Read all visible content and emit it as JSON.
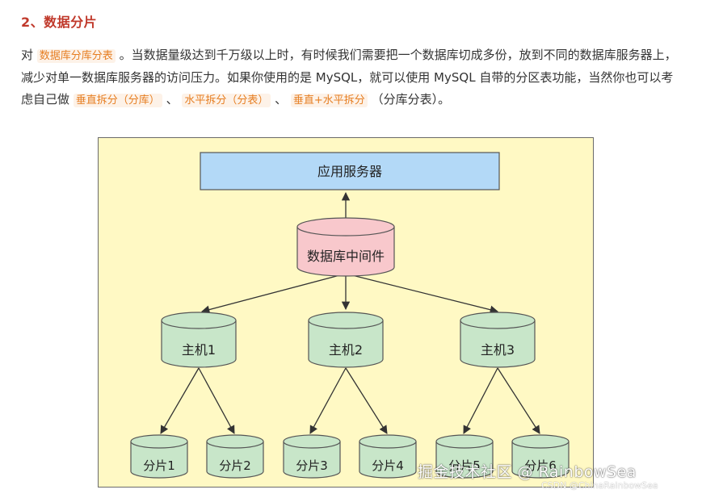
{
  "heading": "2、数据分片",
  "paragraph": {
    "p1": "对 ",
    "term1": "数据库分库分表",
    "p2": " 。当数据量级达到千万级以上时，有时候我们需要把一个数据库切成多份，放到不同的数据库服务器上，减少对单一数据库服务器的访问压力。如果你使用的是 MySQL，就可以使用 MySQL 自带的分区表功能，当然你也可以考虑自己做 ",
    "term2": "垂直拆分（分库）",
    "sep1": " 、 ",
    "term3": "水平拆分（分表）",
    "sep2": " 、 ",
    "term4": "垂直+水平拆分",
    "p3": " （分库分表）。"
  },
  "diagram": {
    "app_server": "应用服务器",
    "middleware": "数据库中间件",
    "hosts": [
      "主机1",
      "主机2",
      "主机3"
    ],
    "shards": [
      "分片1",
      "分片2",
      "分片3",
      "分片4",
      "分片5",
      "分片6"
    ],
    "colors": {
      "background": "#fff9c4",
      "app_server": "#b3d9f7",
      "middleware": "#f8c8cc",
      "host": "#c8e6c9",
      "shard": "#c8e6c9"
    }
  },
  "watermark": {
    "main": "掘金技术社区 @ RainbowSea",
    "sub": "CSDN @ChinaRainbowSea"
  }
}
